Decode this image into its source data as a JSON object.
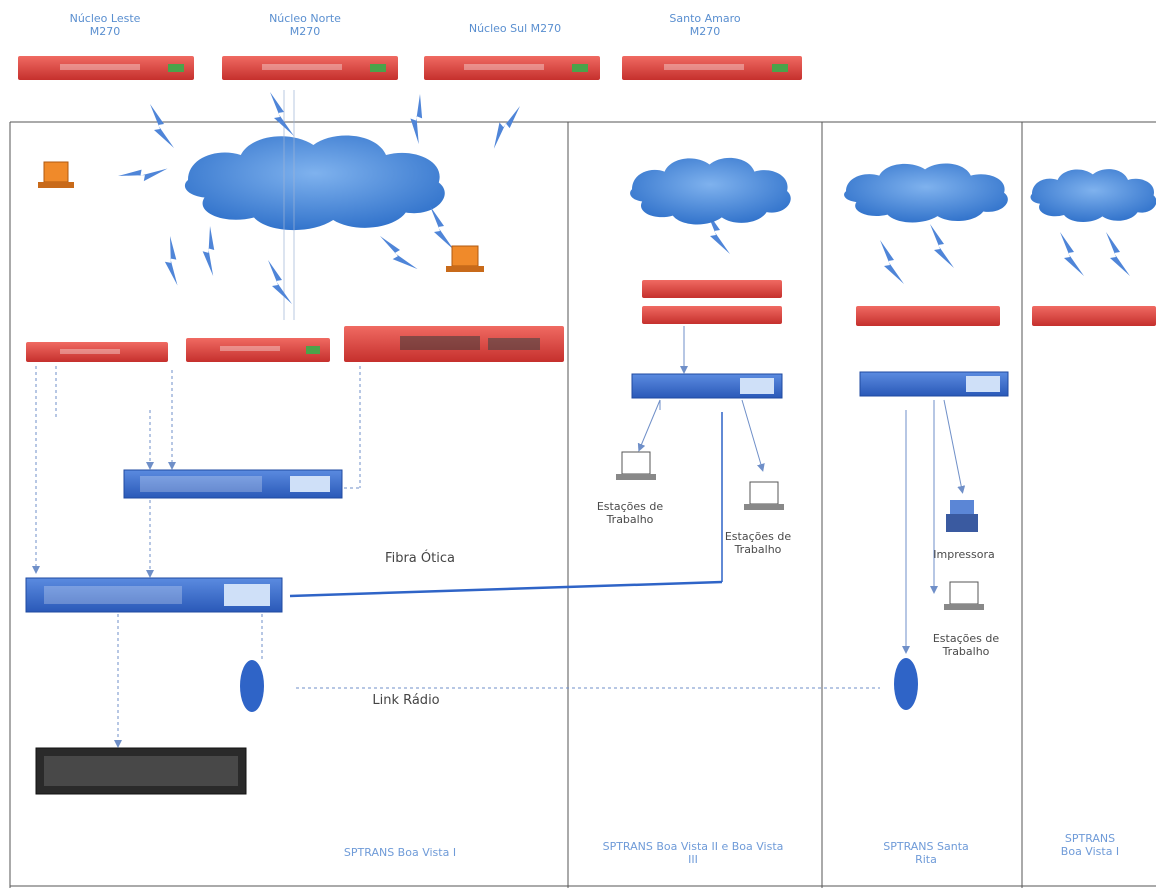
{
  "top_devices": [
    {
      "label": "Núcleo Leste\nM270"
    },
    {
      "label": "Núcleo Norte\nM270"
    },
    {
      "label": "Núcleo Sul M270"
    },
    {
      "label": "Santo Amaro\nM270"
    }
  ],
  "links": {
    "fibra": "Fibra Ótica",
    "radio": "Link Rádio"
  },
  "zone_labels": [
    {
      "label": "SPTRANS Boa Vista I"
    },
    {
      "label": "SPTRANS Boa Vista II e Boa Vista\nIII"
    },
    {
      "label": "SPTRANS Santa\nRita"
    },
    {
      "label": "SPTRANS\nBoa Vista I"
    }
  ],
  "endpoint_labels": {
    "estacoes_1": "Estações de\nTrabalho",
    "estacoes_2": "Estações de\nTrabalho",
    "impressora": "Impressora",
    "estacoes_3": "Estações de\nTrabalho"
  },
  "colors": {
    "firewall": "#d93b3b",
    "cloud": "#3a7fd6",
    "switch": "#2f64c7",
    "link": "#5b86d6"
  },
  "icons": [
    "cloud-icon",
    "firewall-icon",
    "switch-icon",
    "laptop-icon",
    "printer-icon",
    "radio-antenna-icon",
    "server-icon",
    "lightning-link-icon"
  ]
}
